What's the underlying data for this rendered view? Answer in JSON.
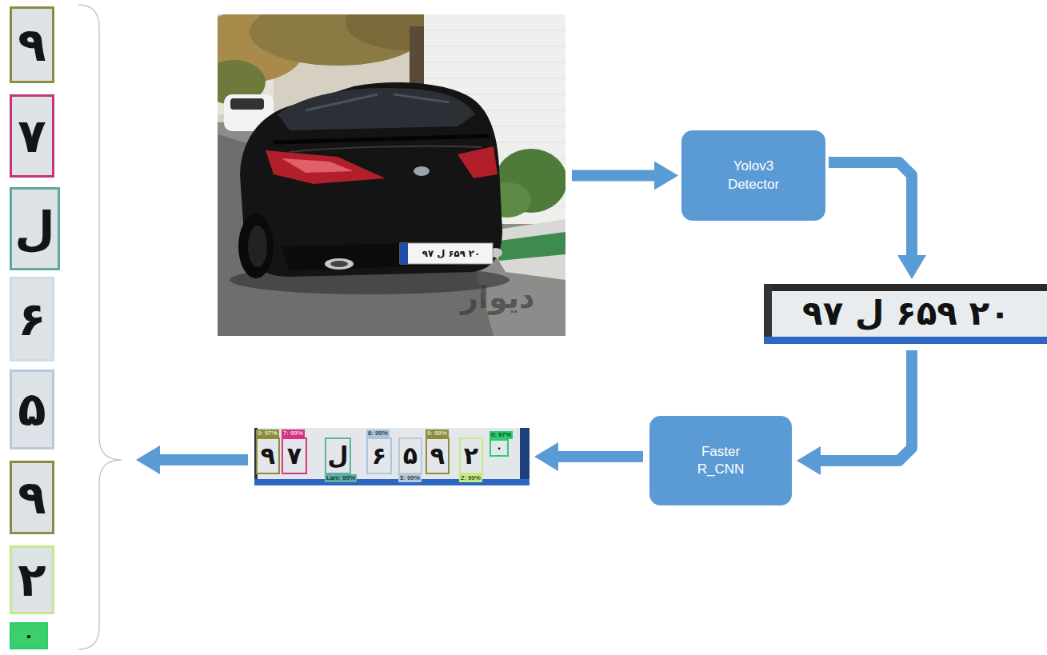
{
  "diagram": {
    "nodes": [
      {
        "text": [
          "۹۷ ل ۶۵۹ ۲۰"
        ]
      },
      {
        "text": [
          "Yolov3 Detector"
        ]
      },
      {
        "text": [
          "۹۷ ل ۶۵۹ ۲۰"
        ]
      },
      {
        "text": [
          "Faster R_CNN"
        ]
      },
      {
        "text": []
      },
      {
        "text": [
          "۹",
          "9: 97%"
        ],
        "in": 4
      },
      {
        "text": [
          "۷",
          "7: 99%"
        ],
        "in": 4
      },
      {
        "text": [
          "ل",
          "Lam: 99%"
        ],
        "in": 4
      },
      {
        "text": [
          "۶",
          "6: 99%"
        ],
        "in": 4
      },
      {
        "text": [
          "۵",
          "5: 99%"
        ],
        "in": 4
      },
      {
        "text": [
          "۹",
          "9: 99%"
        ],
        "in": 4
      },
      {
        "text": [
          "۲",
          "2: 99%"
        ],
        "in": 4
      },
      {
        "text": [
          "۰",
          "0: 97%"
        ],
        "in": 4
      },
      {
        "text": []
      },
      {
        "text": [
          "۹"
        ],
        "in": 13
      },
      {
        "text": [
          "۷"
        ],
        "in": 13
      },
      {
        "text": [
          "ل"
        ],
        "in": 13
      },
      {
        "text": [
          "۶"
        ],
        "in": 13
      },
      {
        "text": [
          "۵"
        ],
        "in": 13
      },
      {
        "text": [
          "۹"
        ],
        "in": 13
      },
      {
        "text": [
          "۲"
        ],
        "in": 13
      },
      {
        "text": [
          "۰"
        ],
        "in": 13
      }
    ],
    "edges": [
      {
        "from": 0,
        "to": 1,
        "arrow": "to"
      },
      {
        "from": 1,
        "to": 2,
        "arrow": "to"
      },
      {
        "from": 2,
        "to": 3,
        "arrow": "to"
      },
      {
        "from": 3,
        "to": 4,
        "arrow": "to"
      },
      {
        "from": 4,
        "to": 13,
        "arrow": "to"
      }
    ],
    "labels": [
      "دیوار"
    ]
  }
}
